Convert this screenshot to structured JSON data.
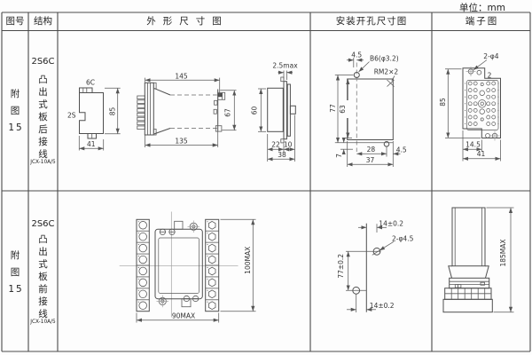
{
  "unit_label": "单位：mm",
  "headers": {
    "fig_no": "图号",
    "structure": "结构",
    "outline": "外形尺寸图",
    "mounting": "安装开孔尺寸图",
    "terminal": "端子图"
  },
  "rows": [
    {
      "fig_no": [
        "附",
        "图",
        "15"
      ],
      "model": "2S6C",
      "structure_chars": [
        "凸",
        "出",
        "式",
        "板",
        "后",
        "接",
        "线"
      ],
      "product_code": "JCX-10A/5",
      "outline_labels": {
        "connector": "6C",
        "side": "2S",
        "height": "85",
        "width": "41",
        "length_total": "145",
        "length_body": "135",
        "height_rear": "67",
        "panel_thickness": "2.5max",
        "depth_front": "22",
        "depth_rear": "10",
        "depth_total": "38",
        "panel_height": "60"
      },
      "mounting_labels": {
        "offset_top": "4.5",
        "hole_note": "B6(φ3.2)",
        "screw_note": "RM2×2",
        "height_holes": "77",
        "height_opening": "63",
        "offset_bottom": "7",
        "width_holes": "28",
        "offset_right": "4.5",
        "width_opening": "37"
      },
      "terminal_labels": {
        "mount_holes": "2-φ4",
        "group": "2",
        "height": "85",
        "pitch": "14.5",
        "width": "41"
      }
    },
    {
      "fig_no": [
        "附",
        "图",
        "15"
      ],
      "model": "2S6C",
      "structure_chars": [
        "凸",
        "出",
        "式",
        "板",
        "前",
        "接",
        "线"
      ],
      "product_code": "JCX-10A/5",
      "outline_labels": {
        "height": "100MAX",
        "width": "90MAX"
      },
      "mounting_labels": {
        "offset_top": "14±0.2",
        "holes": "2-φ4.5",
        "spacing": "77±0.2",
        "offset_bottom": "14±0.2"
      },
      "terminal_labels": {
        "height": "185MAX"
      }
    }
  ]
}
